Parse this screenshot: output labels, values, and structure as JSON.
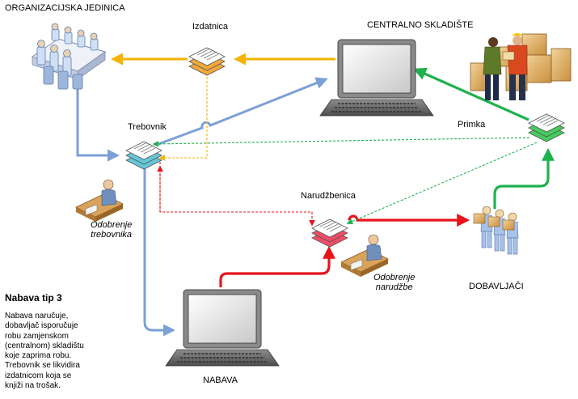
{
  "labels": {
    "org_unit": "ORGANIZACIJSKA JEDINICA",
    "izdatnica": "Izdatnica",
    "central_warehouse": "CENTRALNO SKLADIŠTE",
    "trebovnik": "Trebovnik",
    "primka": "Primka",
    "narudzbenica": "Narudžbenica",
    "approval_requisition": [
      "Odobrenje",
      "trebovnika"
    ],
    "approval_order": [
      "Odobrenje",
      "narudžbe"
    ],
    "suppliers": "DOBAVLJAČI",
    "procurement": "NABAVA"
  },
  "description": {
    "title": "Nabava tip 3",
    "lines": [
      "Nabava naručuje,",
      "dobavljač isporučuje",
      "robu zamjenskom",
      "(centralnom) skladištu",
      "koje zaprima robu.",
      "Trebovnik se likvidira",
      "izdatnicom koja se",
      "knjiži na trošak."
    ]
  },
  "colors": {
    "blue_flow": "#7ba0d8",
    "orange_flow": "#f5b400",
    "green_flow": "#1fb14e",
    "red_flow": "#e8141c"
  },
  "icons": [
    "meeting-group-icon",
    "document-stack-icon",
    "laptop-icon",
    "workers-with-boxes-icon",
    "clerk-at-desk-icon",
    "suppliers-group-icon"
  ]
}
